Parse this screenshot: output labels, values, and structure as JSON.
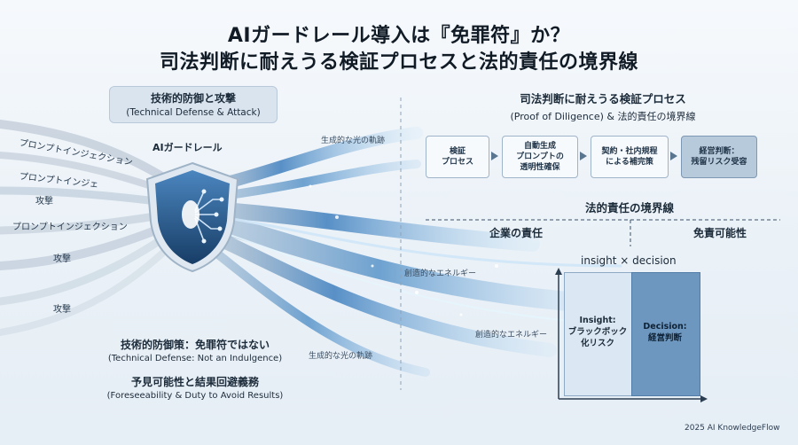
{
  "title_line1": "AIガードレール導入は『免罪符』か？",
  "title_line2": "司法判断に耐えうる検証プロセスと法的責任の境界線",
  "left_header": {
    "jp": "技術的防御と攻撃",
    "en": "(Technical Defense & Attack)"
  },
  "guardrail_label": "AIガードレール",
  "attack_labels": [
    "プロンプトインジェクション",
    "プロンプトインジェ",
    "攻撃",
    "プロンプトインジェクション",
    "攻撃",
    "攻撃"
  ],
  "flow_labels": {
    "top_light": "生成的な光の軌跡",
    "mid_energy": "創造的なエネルギー",
    "lower_energy": "創造的なエネルギー",
    "bottom_light": "生成的な光の軌跡"
  },
  "left_footer": {
    "line1_jp": "技術的防御策：免罪符ではない",
    "line1_en": "(Technical Defense: Not an Indulgence)",
    "line2_jp": "予見可能性と結果回避義務",
    "line2_en": "(Foreseeability & Duty to Avoid Results)"
  },
  "right_header": {
    "jp": "司法判断に耐えうる検証プロセス",
    "en": "(Proof of Diligence) & 法的責任の境界線"
  },
  "process_steps": [
    {
      "line1": "検証",
      "line2": "プロセス",
      "line3": ""
    },
    {
      "line1": "自動生成",
      "line2": "プロンプトの",
      "line3": "透明性確保"
    },
    {
      "line1": "契約・社内規程",
      "line2": "による補完策",
      "line3": ""
    },
    {
      "line1": "経営判断：",
      "line2": "残留リスク受容",
      "line3": ""
    }
  ],
  "boundary": {
    "title": "法的責任の境界線",
    "left": "企業の責任",
    "right": "免責可能性"
  },
  "matrix": {
    "header": "insight × decision",
    "insight_line1": "Insight:",
    "insight_line2": "ブラックボック",
    "insight_line3": "化リスク",
    "decision_line1": "Decision:",
    "decision_line2": "経営判断"
  },
  "footer_credit": "2025 AI KnowledgeFlow",
  "colors": {
    "accent": "#2f6fa8",
    "panel_dark": "#6f98c0",
    "panel_light": "#dde8f2"
  },
  "icons": [
    "shield-icon",
    "circuit-icon"
  ]
}
